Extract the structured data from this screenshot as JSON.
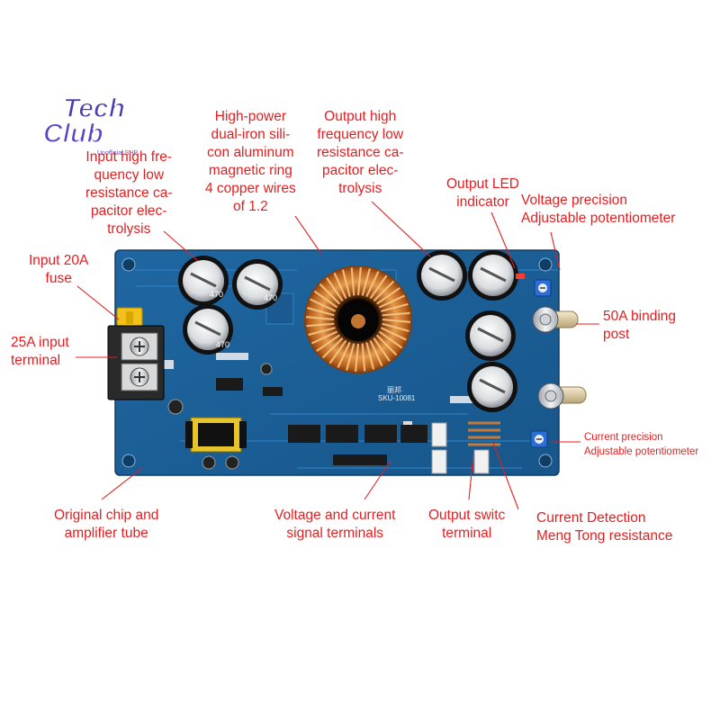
{
  "logo": {
    "text_top": "Tech",
    "text_bottom": "Club",
    "tagline": "Unofficial SHP"
  },
  "colors": {
    "label": "#e41e20",
    "pcb": "#1b5e95",
    "cap": "#111111"
  },
  "board": {
    "cap_marks": [
      "470",
      "470",
      "470"
    ],
    "model_text": "SKU-10081",
    "brand_text": "丽邦"
  },
  "labels": {
    "input_caps": "Input high fre-\nquency low\nresistance ca-\npacitor elec-\ntrolysis",
    "inductor": "High-power\ndual-iron sili-\ncon aluminum\nmagnetic ring\n4 copper wires\nof 1.2",
    "output_caps": "Output high\nfrequency low\nresistance ca-\npacitor elec-\ntrolysis",
    "output_led": "Output LED\nindicator",
    "voltage_pot": "Voltage precision\nAdjustable potentiometer",
    "fuse": "Input 20A\nfuse",
    "input_terminal": "25A input\nterminal",
    "binding_post": "50A binding\npost",
    "current_pot": "Current precision\nAdjustable potentiometer",
    "chip": "Original chip and\namplifier tube",
    "signal_terminals": "Voltage and current\nsignal terminals",
    "switch_terminal": "Output switc\nterminal",
    "current_detection": "Current Detection\nMeng Tong resistance"
  }
}
